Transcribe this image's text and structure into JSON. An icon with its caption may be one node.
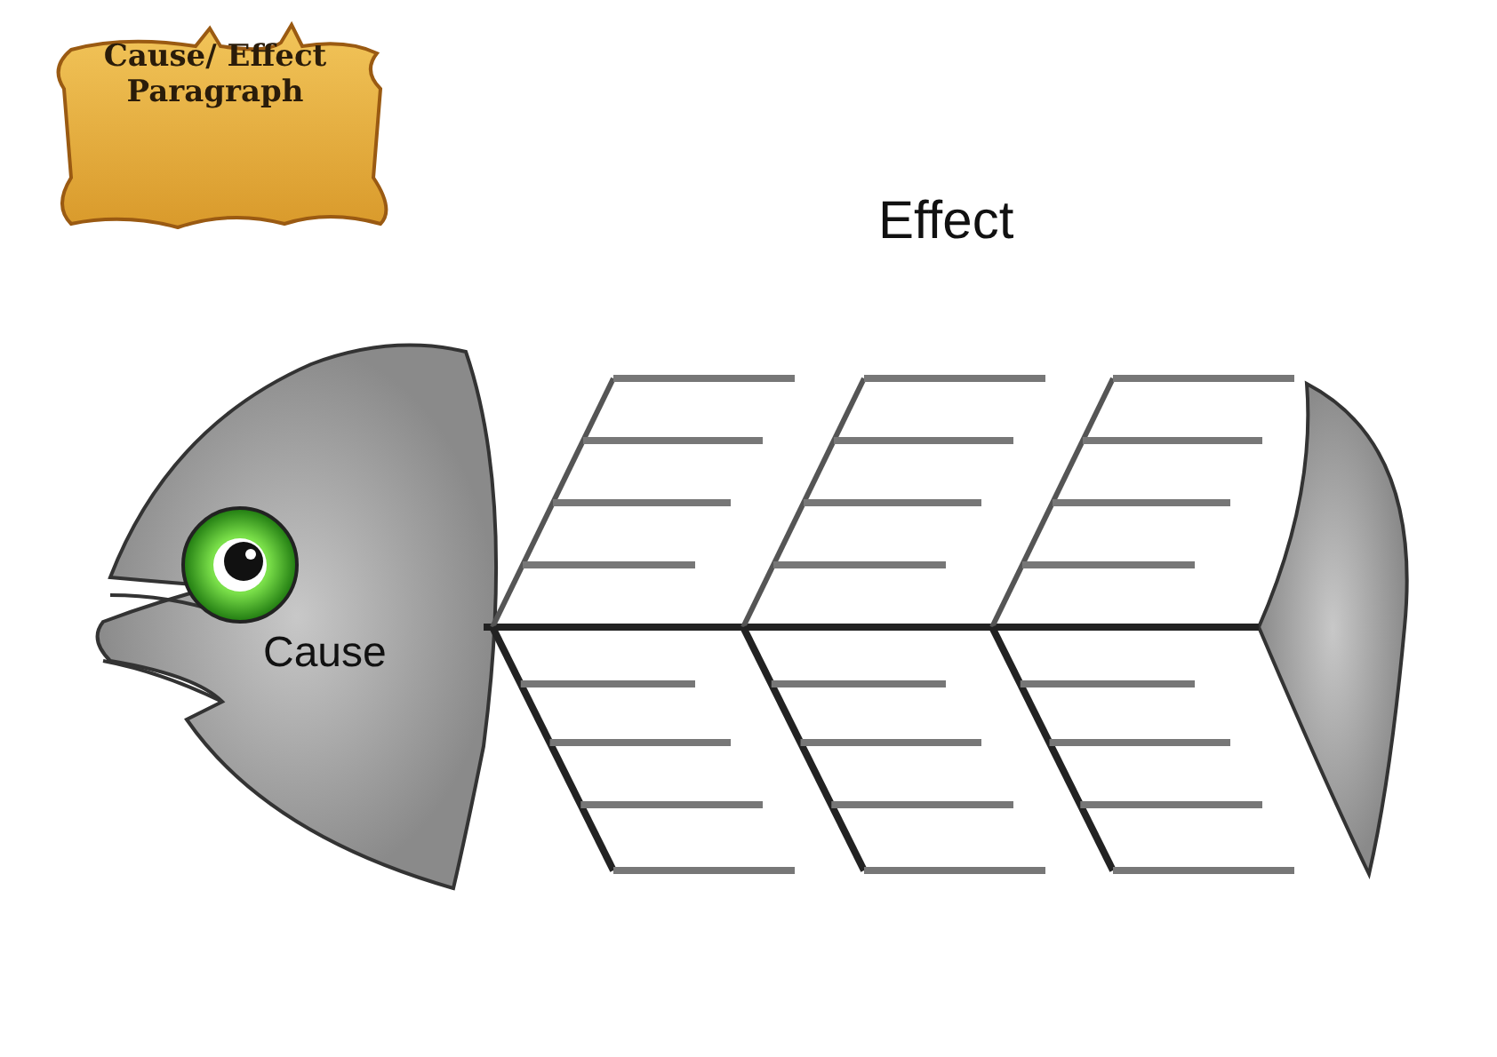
{
  "diagram": {
    "title": "Cause/ Effect Paragraph",
    "labels": [
      "Effect",
      "Cause"
    ]
  }
}
